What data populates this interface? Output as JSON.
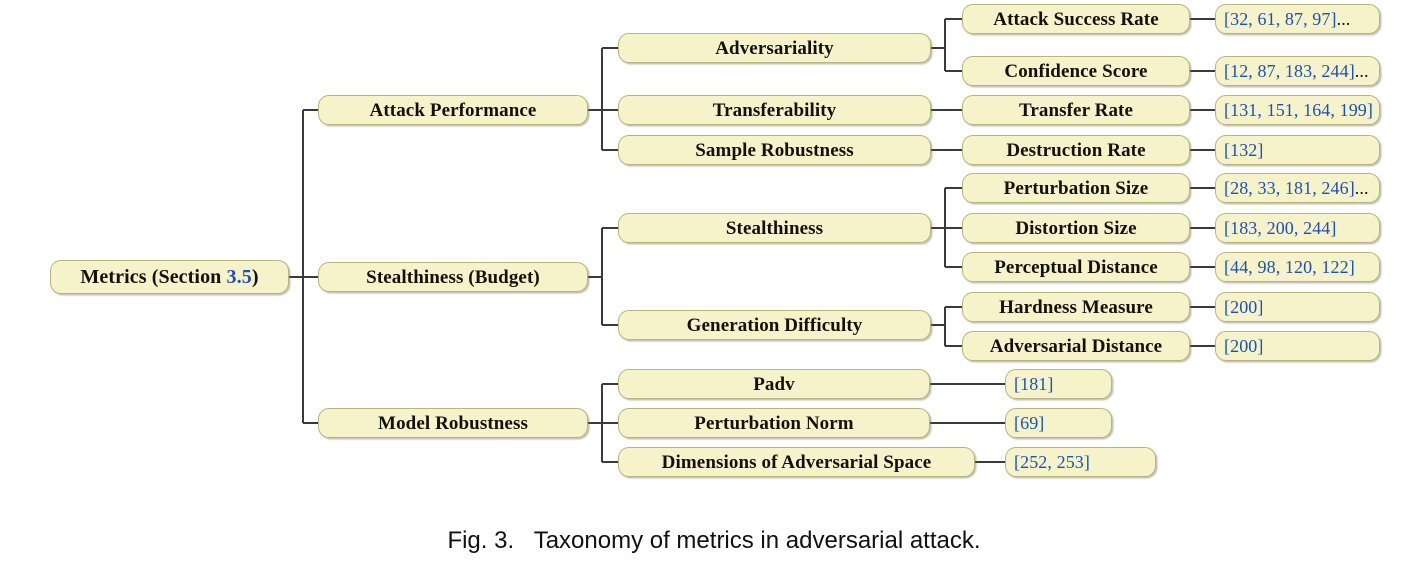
{
  "figure": {
    "caption_label": "Fig. 3.",
    "caption_text": "Taxonomy of metrics in adversarial attack.",
    "caption_full": "Fig. 3.   Taxonomy of metrics in adversarial attack."
  },
  "colors": {
    "node_fill": "#f6f3ca",
    "node_border": "#b9b47e",
    "node_text": "#14100c",
    "citation_text": "#1a52b5",
    "connector": "#3a3a3a",
    "background": "#ffffff"
  },
  "root": {
    "label": "Metrics (Section 3.5)",
    "label_prefix": "Metrics (Section ",
    "label_section": "3.5",
    "label_suffix": ")"
  },
  "branches": [
    {
      "label": "Attack Performance",
      "categories": [
        {
          "label": "Adversariality",
          "metrics": [
            {
              "label": "Attack Success Rate",
              "citation": "[32, 61, 87, 97]...",
              "citation_numbers": "[32, 61, 87, 97]",
              "citation_ellipsis": "..."
            },
            {
              "label": "Confidence Score",
              "citation": "[12, 87, 183, 244]...",
              "citation_numbers": "[12, 87, 183, 244]",
              "citation_ellipsis": "..."
            }
          ]
        },
        {
          "label": "Transferability",
          "metrics": [
            {
              "label": "Transfer Rate",
              "citation": "[131, 151, 164, 199]",
              "citation_numbers": "[131, 151, 164, 199]",
              "citation_ellipsis": ""
            }
          ]
        },
        {
          "label": "Sample Robustness",
          "metrics": [
            {
              "label": "Destruction Rate",
              "citation": "[132]",
              "citation_numbers": "[132]",
              "citation_ellipsis": ""
            }
          ]
        }
      ]
    },
    {
      "label": "Stealthiness (Budget)",
      "categories": [
        {
          "label": "Stealthiness",
          "metrics": [
            {
              "label": "Perturbation Size",
              "citation": "[28, 33, 181, 246]...",
              "citation_numbers": "[28, 33, 181, 246]",
              "citation_ellipsis": "..."
            },
            {
              "label": "Distortion Size",
              "citation": "[183, 200, 244]",
              "citation_numbers": "[183, 200, 244]",
              "citation_ellipsis": ""
            },
            {
              "label": "Perceptual Distance",
              "citation": "[44, 98, 120, 122]",
              "citation_numbers": "[44, 98, 120, 122]",
              "citation_ellipsis": ""
            }
          ]
        },
        {
          "label": "Generation Difficulty",
          "metrics": [
            {
              "label": "Hardness Measure",
              "citation": "[200]",
              "citation_numbers": "[200]",
              "citation_ellipsis": ""
            },
            {
              "label": "Adversarial Distance",
              "citation": "[200]",
              "citation_numbers": "[200]",
              "citation_ellipsis": ""
            }
          ]
        }
      ]
    },
    {
      "label": "Model Robustness",
      "categories": [
        {
          "label": "Padv",
          "metrics": [
            {
              "label": "Padv",
              "citation": "[181]",
              "citation_numbers": "[181]",
              "citation_ellipsis": ""
            }
          ]
        },
        {
          "label": "Perturbation Norm",
          "metrics": [
            {
              "label": "Perturbation Norm",
              "citation": "[69]",
              "citation_numbers": "[69]",
              "citation_ellipsis": ""
            }
          ]
        },
        {
          "label": "Dimensions of Adversarial Space",
          "metrics": [
            {
              "label": "Dimensions of Adversarial Space",
              "citation": "[252, 253]",
              "citation_numbers": "[252, 253]",
              "citation_ellipsis": ""
            }
          ]
        }
      ]
    }
  ]
}
